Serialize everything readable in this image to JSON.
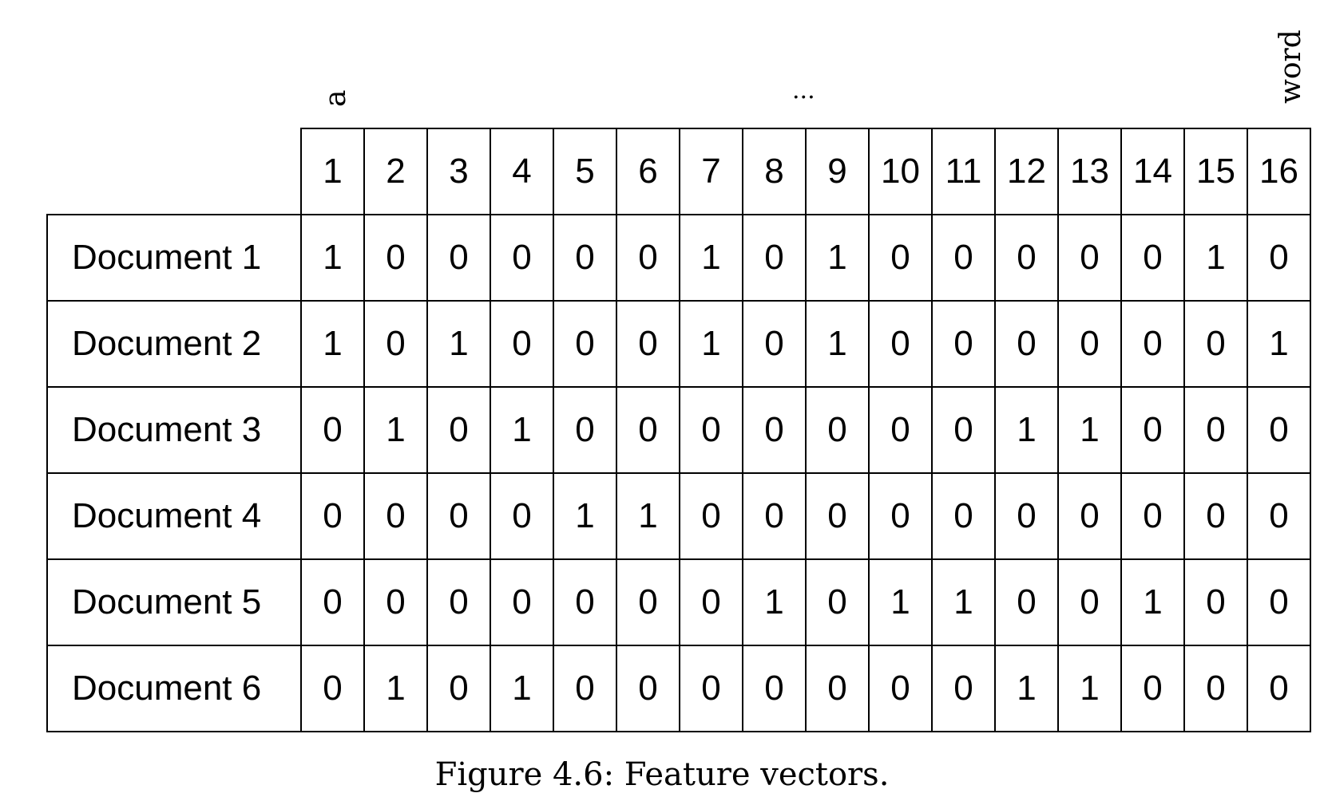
{
  "top_labels": {
    "first": "a",
    "middle": "...",
    "last": "word"
  },
  "columns": [
    "1",
    "2",
    "3",
    "4",
    "5",
    "6",
    "7",
    "8",
    "9",
    "10",
    "11",
    "12",
    "13",
    "14",
    "15",
    "16"
  ],
  "rows": [
    {
      "label": "Document 1",
      "values": [
        "1",
        "0",
        "0",
        "0",
        "0",
        "0",
        "1",
        "0",
        "1",
        "0",
        "0",
        "0",
        "0",
        "0",
        "1",
        "0"
      ]
    },
    {
      "label": "Document 2",
      "values": [
        "1",
        "0",
        "1",
        "0",
        "0",
        "0",
        "1",
        "0",
        "1",
        "0",
        "0",
        "0",
        "0",
        "0",
        "0",
        "1"
      ]
    },
    {
      "label": "Document 3",
      "values": [
        "0",
        "1",
        "0",
        "1",
        "0",
        "0",
        "0",
        "0",
        "0",
        "0",
        "0",
        "1",
        "1",
        "0",
        "0",
        "0"
      ]
    },
    {
      "label": "Document 4",
      "values": [
        "0",
        "0",
        "0",
        "0",
        "1",
        "1",
        "0",
        "0",
        "0",
        "0",
        "0",
        "0",
        "0",
        "0",
        "0",
        "0"
      ]
    },
    {
      "label": "Document 5",
      "values": [
        "0",
        "0",
        "0",
        "0",
        "0",
        "0",
        "0",
        "1",
        "0",
        "1",
        "1",
        "0",
        "0",
        "1",
        "0",
        "0"
      ]
    },
    {
      "label": "Document 6",
      "values": [
        "0",
        "1",
        "0",
        "1",
        "0",
        "0",
        "0",
        "0",
        "0",
        "0",
        "0",
        "1",
        "1",
        "0",
        "0",
        "0"
      ]
    }
  ],
  "caption": "Figure 4.6: Feature vectors."
}
